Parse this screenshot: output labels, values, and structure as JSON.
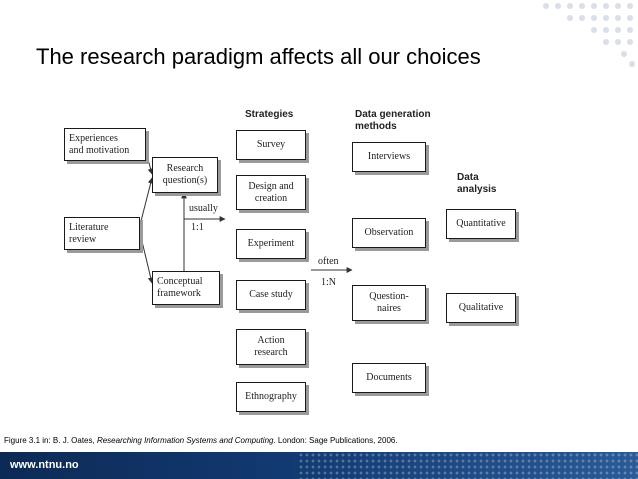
{
  "slide": {
    "title": "The research paradigm affects all our choices",
    "caption": {
      "prefix": "Figure 3.1 in: B. J. Oates, ",
      "book": "Researching Information Systems and Computing",
      "suffix": ". London: Sage Publications, 2006."
    },
    "footer_url": "www.ntnu.no"
  },
  "diagram": {
    "headers": {
      "strategies": "Strategies",
      "data_generation": "Data generation\nmethods",
      "data_analysis": "Data\nanalysis"
    },
    "inputs": {
      "experiences": "Experiences\nand motivation",
      "literature": "Literature\nreview",
      "research_questions": "Research\nquestion(s)",
      "conceptual_framework": "Conceptual\nframework"
    },
    "strategies": [
      "Survey",
      "Design and\ncreation",
      "Experiment",
      "Case study",
      "Action\nresearch",
      "Ethnography"
    ],
    "methods": [
      "Interviews",
      "Observation",
      "Question-\nnaires",
      "Documents"
    ],
    "analysis": [
      "Quantitative",
      "Qualitative"
    ],
    "labels": {
      "usually": "usually",
      "ratio_1_1": "1:1",
      "often": "often",
      "ratio_1_n": "1:N"
    }
  }
}
